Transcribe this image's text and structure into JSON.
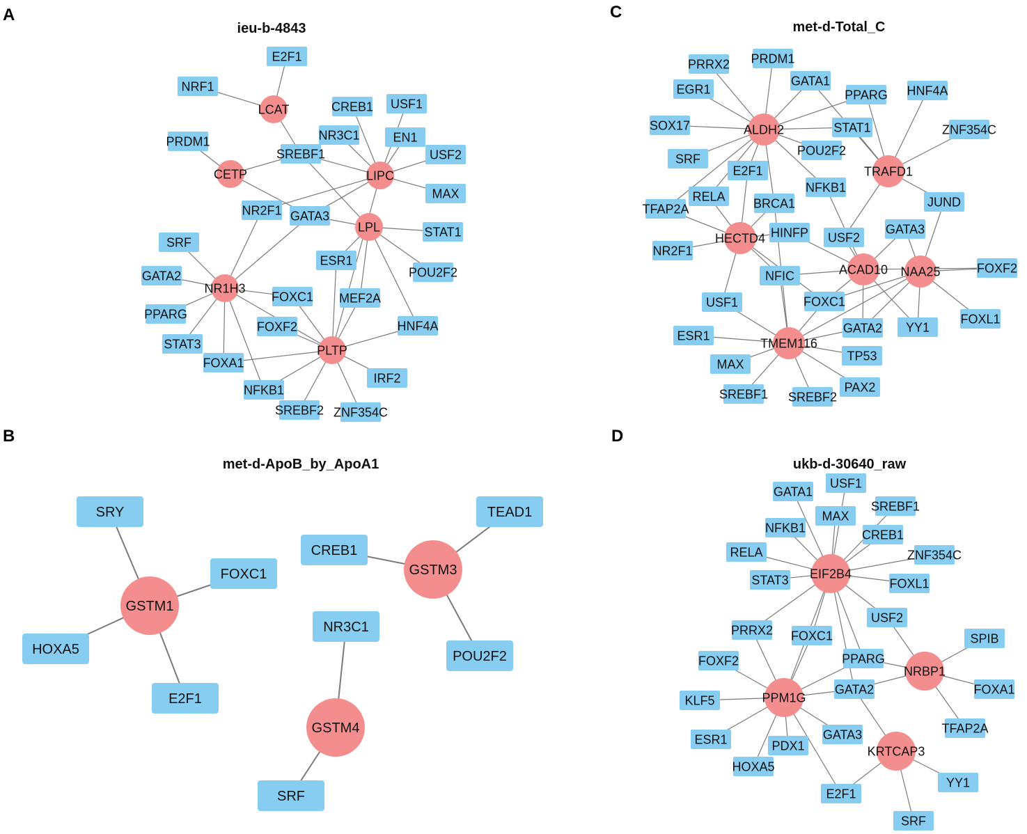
{
  "colors": {
    "tf": "#87cdf2",
    "gene": "#f48e8e",
    "edge": "#7a7a7a",
    "text": "#111111"
  },
  "panels": [
    {
      "letter": "A",
      "title": "ieu-b-4843",
      "genes": [
        "LCAT",
        "CETP",
        "LIPC",
        "LPL",
        "NR1H3",
        "PLTP"
      ],
      "tfs": [
        "E2F1",
        "NRF1",
        "CREB1",
        "USF1",
        "NR3C1",
        "EN1",
        "PRDM1",
        "SREBF1",
        "USF2",
        "MAX",
        "NR2F1",
        "GATA3",
        "STAT1",
        "SRF",
        "ESR1",
        "POU2F2",
        "GATA2",
        "FOXC1",
        "MEF2A",
        "PPARG",
        "FOXF2",
        "HNF4A",
        "STAT3",
        "FOXA1",
        "IRF2",
        "NFKB1",
        "SREBF2",
        "ZNF354C"
      ],
      "edges": [
        [
          "LCAT",
          "E2F1"
        ],
        [
          "LCAT",
          "NRF1"
        ],
        [
          "LCAT",
          "SREBF1"
        ],
        [
          "CETP",
          "PRDM1"
        ],
        [
          "CETP",
          "SREBF1"
        ],
        [
          "CETP",
          "GATA3"
        ],
        [
          "LIPC",
          "CREB1"
        ],
        [
          "LIPC",
          "USF1"
        ],
        [
          "LIPC",
          "NR3C1"
        ],
        [
          "LIPC",
          "EN1"
        ],
        [
          "LIPC",
          "USF2"
        ],
        [
          "LIPC",
          "MAX"
        ],
        [
          "LIPC",
          "SREBF1"
        ],
        [
          "LIPC",
          "NR2F1"
        ],
        [
          "LIPC",
          "GATA3"
        ],
        [
          "LIPC",
          "PLTP"
        ],
        [
          "LPL",
          "GATA3"
        ],
        [
          "LPL",
          "STAT1"
        ],
        [
          "LPL",
          "POU2F2"
        ],
        [
          "LPL",
          "ESR1"
        ],
        [
          "LPL",
          "MEF2A"
        ],
        [
          "LPL",
          "HNF4A"
        ],
        [
          "LPL",
          "SREBF1"
        ],
        [
          "NR1H3",
          "NR2F1"
        ],
        [
          "NR1H3",
          "GATA3"
        ],
        [
          "NR1H3",
          "SRF"
        ],
        [
          "NR1H3",
          "GATA2"
        ],
        [
          "NR1H3",
          "PPARG"
        ],
        [
          "NR1H3",
          "STAT3"
        ],
        [
          "NR1H3",
          "FOXA1"
        ],
        [
          "NR1H3",
          "NFKB1"
        ],
        [
          "NR1H3",
          "FOXC1"
        ],
        [
          "NR1H3",
          "PLTP"
        ],
        [
          "PLTP",
          "ESR1"
        ],
        [
          "PLTP",
          "MEF2A"
        ],
        [
          "PLTP",
          "FOXC1"
        ],
        [
          "PLTP",
          "FOXF2"
        ],
        [
          "PLTP",
          "HNF4A"
        ],
        [
          "PLTP",
          "FOXA1"
        ],
        [
          "PLTP",
          "IRF2"
        ],
        [
          "PLTP",
          "NFKB1"
        ],
        [
          "PLTP",
          "SREBF2"
        ],
        [
          "PLTP",
          "ZNF354C"
        ]
      ]
    },
    {
      "letter": "B",
      "title": "met-d-ApoB_by_ApoA1",
      "genes": [
        "GSTM1",
        "GSTM3",
        "GSTM4"
      ],
      "tfs": [
        "SRY",
        "FOXC1",
        "HOXA5",
        "E2F1",
        "TEAD1",
        "CREB1",
        "POU2F2",
        "NR3C1",
        "SRF"
      ],
      "edges": [
        [
          "GSTM1",
          "SRY"
        ],
        [
          "GSTM1",
          "FOXC1"
        ],
        [
          "GSTM1",
          "HOXA5"
        ],
        [
          "GSTM1",
          "E2F1"
        ],
        [
          "GSTM3",
          "TEAD1"
        ],
        [
          "GSTM3",
          "CREB1"
        ],
        [
          "GSTM3",
          "POU2F2"
        ],
        [
          "GSTM4",
          "NR3C1"
        ],
        [
          "GSTM4",
          "SRF"
        ]
      ]
    },
    {
      "letter": "C",
      "title": "met-d-Total_C",
      "genes": [
        "ALDH2",
        "TRAFD1",
        "HECTD4",
        "ACAD10",
        "NAA25",
        "TMEM116"
      ],
      "tfs": [
        "PRRX2",
        "PRDM1",
        "GATA1",
        "EGR1",
        "PPARG",
        "HNF4A",
        "SOX17",
        "STAT1",
        "ZNF354C",
        "SRF",
        "POU2F2",
        "E2F1",
        "RELA",
        "NFKB1",
        "TFAP2A",
        "BRCA1",
        "JUND",
        "HINFP",
        "USF2",
        "GATA3",
        "NR2F1",
        "NFIC",
        "FOXF2",
        "USF1",
        "FOXC1",
        "FOXL1",
        "GATA2",
        "YY1",
        "ESR1",
        "TP53",
        "MAX",
        "PAX2",
        "SREBF1",
        "SREBF2"
      ],
      "edges": [
        [
          "ALDH2",
          "PRRX2"
        ],
        [
          "ALDH2",
          "PRDM1"
        ],
        [
          "ALDH2",
          "GATA1"
        ],
        [
          "ALDH2",
          "EGR1"
        ],
        [
          "ALDH2",
          "PPARG"
        ],
        [
          "ALDH2",
          "SOX17"
        ],
        [
          "ALDH2",
          "STAT1"
        ],
        [
          "ALDH2",
          "POU2F2"
        ],
        [
          "ALDH2",
          "SRF"
        ],
        [
          "ALDH2",
          "E2F1"
        ],
        [
          "ALDH2",
          "RELA"
        ],
        [
          "ALDH2",
          "NFKB1"
        ],
        [
          "ALDH2",
          "BRCA1"
        ],
        [
          "ALDH2",
          "TFAP2A"
        ],
        [
          "TRAFD1",
          "GATA1"
        ],
        [
          "TRAFD1",
          "PPARG"
        ],
        [
          "TRAFD1",
          "HNF4A"
        ],
        [
          "TRAFD1",
          "STAT1"
        ],
        [
          "TRAFD1",
          "ZNF354C"
        ],
        [
          "TRAFD1",
          "JUND"
        ],
        [
          "TRAFD1",
          "USF2"
        ],
        [
          "HECTD4",
          "E2F1"
        ],
        [
          "HECTD4",
          "RELA"
        ],
        [
          "HECTD4",
          "TFAP2A"
        ],
        [
          "HECTD4",
          "BRCA1"
        ],
        [
          "HECTD4",
          "HINFP"
        ],
        [
          "HECTD4",
          "NR2F1"
        ],
        [
          "HECTD4",
          "NFIC"
        ],
        [
          "HECTD4",
          "USF1"
        ],
        [
          "HECTD4",
          "FOXC1"
        ],
        [
          "ACAD10",
          "NFKB1"
        ],
        [
          "ACAD10",
          "HINFP"
        ],
        [
          "ACAD10",
          "USF2"
        ],
        [
          "ACAD10",
          "GATA3"
        ],
        [
          "ACAD10",
          "NFIC"
        ],
        [
          "ACAD10",
          "FOXC1"
        ],
        [
          "ACAD10",
          "GATA2"
        ],
        [
          "ACAD10",
          "YY1"
        ],
        [
          "ACAD10",
          "FOXF2"
        ],
        [
          "NAA25",
          "JUND"
        ],
        [
          "NAA25",
          "GATA3"
        ],
        [
          "NAA25",
          "FOXF2"
        ],
        [
          "NAA25",
          "FOXL1"
        ],
        [
          "NAA25",
          "YY1"
        ],
        [
          "NAA25",
          "GATA2"
        ],
        [
          "NAA25",
          "FOXC1"
        ],
        [
          "TMEM116",
          "BRCA1"
        ],
        [
          "TMEM116",
          "USF1"
        ],
        [
          "TMEM116",
          "ESR1"
        ],
        [
          "TMEM116",
          "MAX"
        ],
        [
          "TMEM116",
          "SREBF1"
        ],
        [
          "TMEM116",
          "SREBF2"
        ],
        [
          "TMEM116",
          "PAX2"
        ],
        [
          "TMEM116",
          "TP53"
        ],
        [
          "TMEM116",
          "GATA2"
        ],
        [
          "TMEM116",
          "FOXC1"
        ],
        [
          "TMEM116",
          "NFIC"
        ],
        [
          "TMEM116",
          "NAA25"
        ]
      ]
    },
    {
      "letter": "D",
      "title": "ukb-d-30640_raw",
      "genes": [
        "EIF2B4",
        "NRBP1",
        "PPM1G",
        "KRTCAP3"
      ],
      "tfs": [
        "USF1",
        "GATA1",
        "SREBF1",
        "MAX",
        "NFKB1",
        "CREB1",
        "RELA",
        "ZNF354C",
        "STAT3",
        "FOXL1",
        "USF2",
        "PRRX2",
        "FOXC1",
        "SPIB",
        "PPARG",
        "FOXF2",
        "GATA2",
        "FOXA1",
        "KLF5",
        "TFAP2A",
        "ESR1",
        "GATA3",
        "PDX1",
        "HOXA5",
        "YY1",
        "E2F1",
        "SRF"
      ],
      "edges": [
        [
          "EIF2B4",
          "USF1"
        ],
        [
          "EIF2B4",
          "GATA1"
        ],
        [
          "EIF2B4",
          "SREBF1"
        ],
        [
          "EIF2B4",
          "MAX"
        ],
        [
          "EIF2B4",
          "NFKB1"
        ],
        [
          "EIF2B4",
          "CREB1"
        ],
        [
          "EIF2B4",
          "RELA"
        ],
        [
          "EIF2B4",
          "ZNF354C"
        ],
        [
          "EIF2B4",
          "STAT3"
        ],
        [
          "EIF2B4",
          "FOXL1"
        ],
        [
          "EIF2B4",
          "USF2"
        ],
        [
          "EIF2B4",
          "PRRX2"
        ],
        [
          "EIF2B4",
          "FOXC1"
        ],
        [
          "EIF2B4",
          "PPARG"
        ],
        [
          "EIF2B4",
          "GATA2"
        ],
        [
          "EIF2B4",
          "PPM1G"
        ],
        [
          "NRBP1",
          "USF2"
        ],
        [
          "NRBP1",
          "SPIB"
        ],
        [
          "NRBP1",
          "PPARG"
        ],
        [
          "NRBP1",
          "FOXA1"
        ],
        [
          "NRBP1",
          "TFAP2A"
        ],
        [
          "NRBP1",
          "GATA2"
        ],
        [
          "PPM1G",
          "PRRX2"
        ],
        [
          "PPM1G",
          "FOXC1"
        ],
        [
          "PPM1G",
          "FOXF2"
        ],
        [
          "PPM1G",
          "PPARG"
        ],
        [
          "PPM1G",
          "GATA2"
        ],
        [
          "PPM1G",
          "KLF5"
        ],
        [
          "PPM1G",
          "ESR1"
        ],
        [
          "PPM1G",
          "GATA3"
        ],
        [
          "PPM1G",
          "PDX1"
        ],
        [
          "PPM1G",
          "HOXA5"
        ],
        [
          "PPM1G",
          "E2F1"
        ],
        [
          "KRTCAP3",
          "GATA2"
        ],
        [
          "KRTCAP3",
          "YY1"
        ],
        [
          "KRTCAP3",
          "E2F1"
        ],
        [
          "KRTCAP3",
          "SRF"
        ]
      ]
    }
  ]
}
